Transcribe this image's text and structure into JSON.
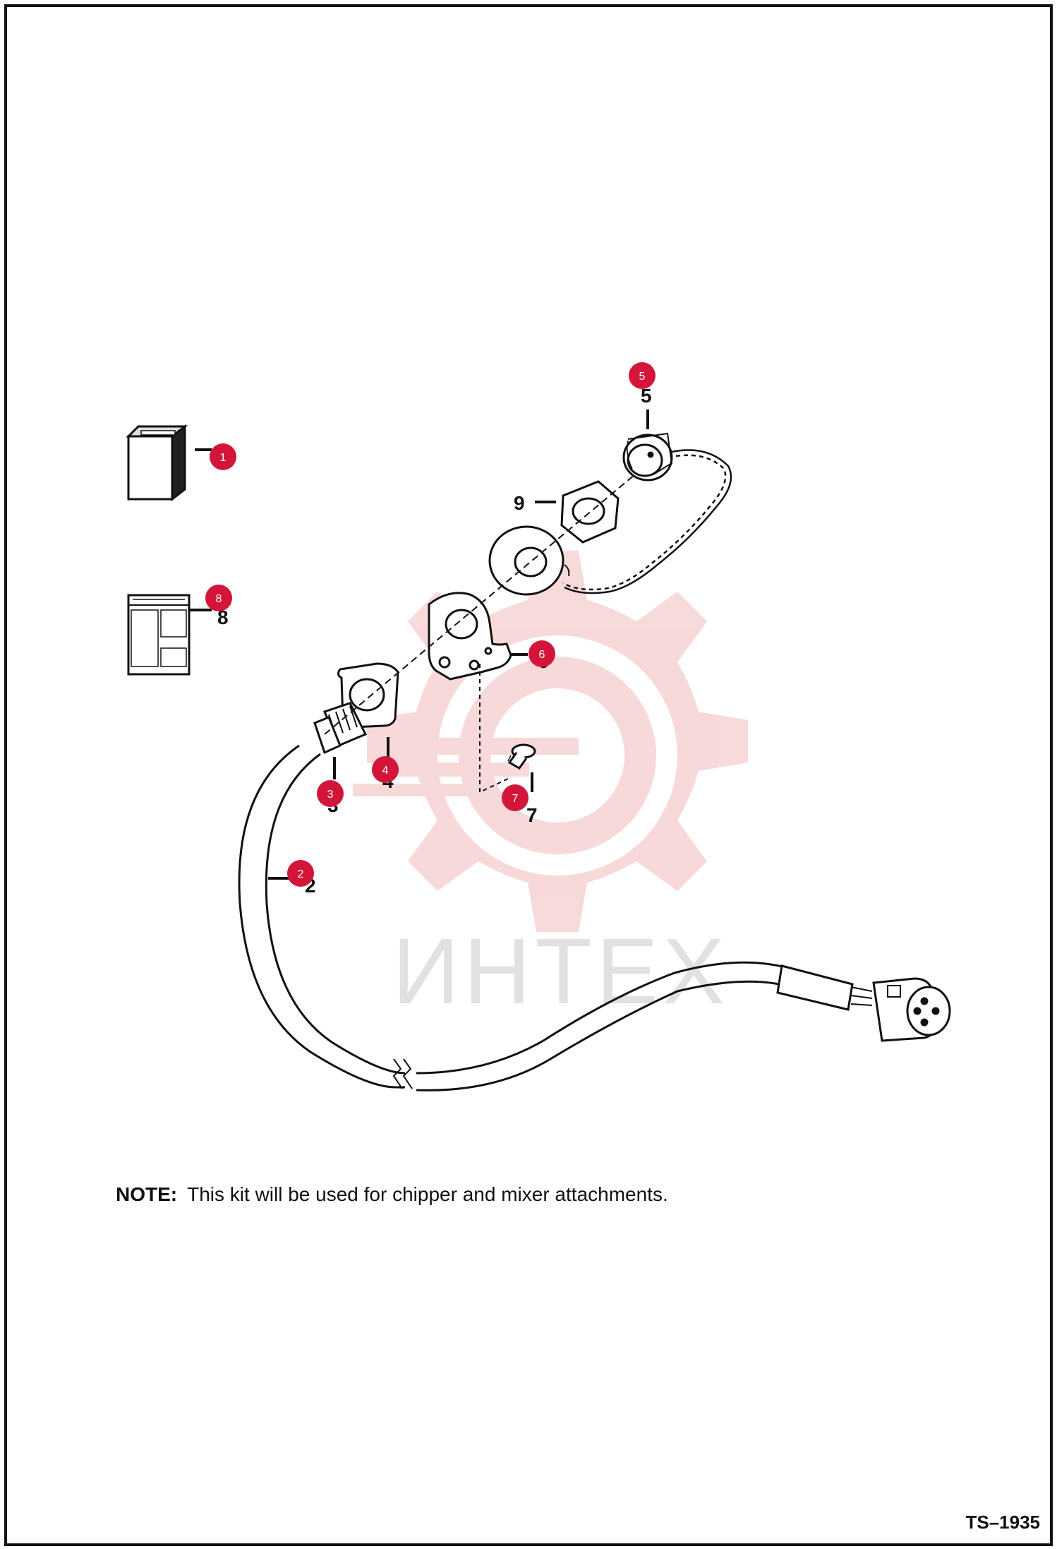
{
  "note": {
    "label": "NOTE:",
    "text": "This kit will be used for chipper and mixer attachments."
  },
  "document_id": "TS–1935",
  "watermark": "ИНТЕХ",
  "colors": {
    "badge": "#d4153a",
    "watermark_gear": "#f4c9c9",
    "line": "#111111"
  },
  "callouts": [
    {
      "id": "1",
      "printed": "",
      "badge": "1"
    },
    {
      "id": "2",
      "printed": "2",
      "badge": "2"
    },
    {
      "id": "3",
      "printed": "3",
      "badge": "3"
    },
    {
      "id": "4",
      "printed": "4",
      "badge": "4"
    },
    {
      "id": "5",
      "printed": "5",
      "badge": "5"
    },
    {
      "id": "6",
      "printed": "6",
      "badge": "6"
    },
    {
      "id": "7",
      "printed": "7",
      "badge": "7"
    },
    {
      "id": "8",
      "printed": "8",
      "badge": "8"
    },
    {
      "id": "9",
      "printed": "9",
      "badge": ""
    }
  ]
}
